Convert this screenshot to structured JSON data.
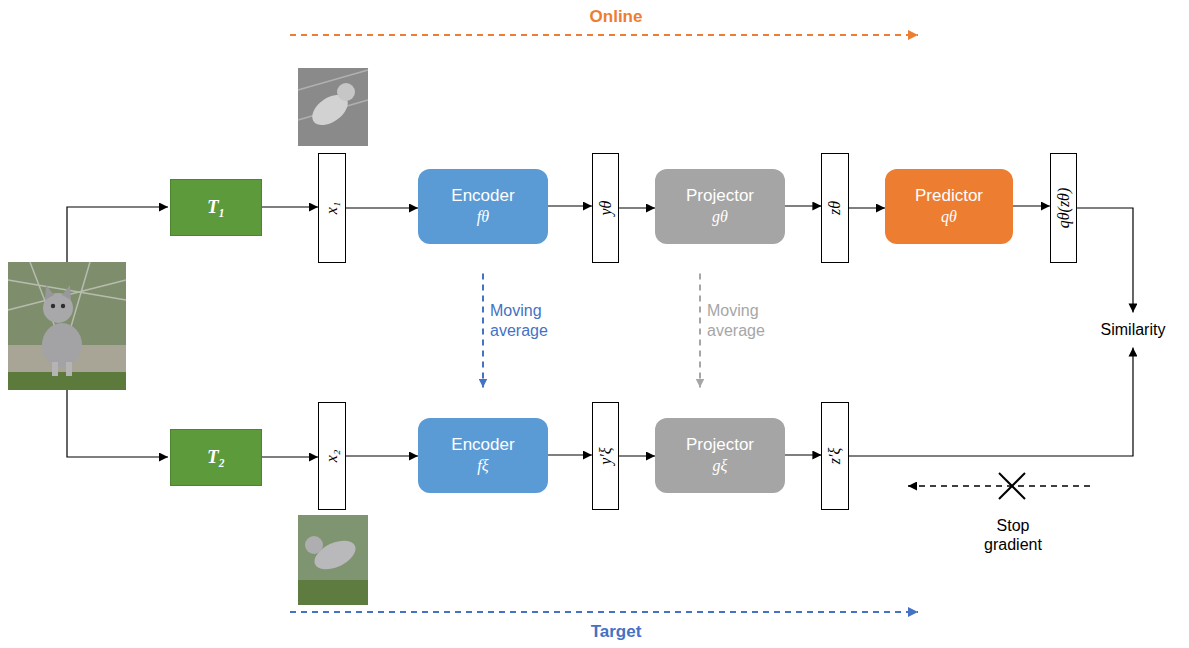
{
  "diagram": {
    "nodes": [
      {
        "text": [
          "T₁"
        ]
      },
      {
        "text": [
          "x₁"
        ]
      },
      {
        "text": [
          "Encoder",
          "fθ"
        ]
      },
      {
        "text": [
          "yθ"
        ]
      },
      {
        "text": [
          "Projector",
          "gθ"
        ]
      },
      {
        "text": [
          "zθ"
        ]
      },
      {
        "text": [
          "Predictor",
          "qθ"
        ]
      },
      {
        "text": [
          "qθ(zθ)"
        ]
      },
      {
        "text": [
          "Similarity"
        ]
      },
      {
        "text": [
          "T₂"
        ]
      },
      {
        "text": [
          "x₂"
        ]
      },
      {
        "text": [
          "Encoder",
          "fξ"
        ]
      },
      {
        "text": [
          "y′ξ"
        ]
      },
      {
        "text": [
          "Projector",
          "gξ"
        ]
      },
      {
        "text": [
          "z′ξ"
        ]
      }
    ],
    "edges": [
      {
        "from": 0,
        "to": 1,
        "arrow": "to"
      },
      {
        "from": 1,
        "to": 2,
        "arrow": "to"
      },
      {
        "from": 2,
        "to": 3,
        "arrow": "to"
      },
      {
        "from": 3,
        "to": 4,
        "arrow": "to"
      },
      {
        "from": 4,
        "to": 5,
        "arrow": "to"
      },
      {
        "from": 5,
        "to": 6,
        "arrow": "to"
      },
      {
        "from": 6,
        "to": 7,
        "arrow": "to"
      },
      {
        "from": 7,
        "to": 8,
        "arrow": "to"
      },
      {
        "from": 9,
        "to": 10,
        "arrow": "to"
      },
      {
        "from": 10,
        "to": 11,
        "arrow": "to"
      },
      {
        "from": 11,
        "to": 12,
        "arrow": "to"
      },
      {
        "from": 12,
        "to": 13,
        "arrow": "to"
      },
      {
        "from": 13,
        "to": 14,
        "arrow": "to"
      },
      {
        "from": 14,
        "to": 8,
        "arrow": "to"
      },
      {
        "from": 2,
        "to": 11,
        "label": "Moving average",
        "arrow": "to"
      },
      {
        "from": 4,
        "to": 13,
        "label": "Moving average",
        "arrow": "to"
      }
    ],
    "labels": [
      "Online",
      "Stop gradient",
      "Target"
    ]
  }
}
